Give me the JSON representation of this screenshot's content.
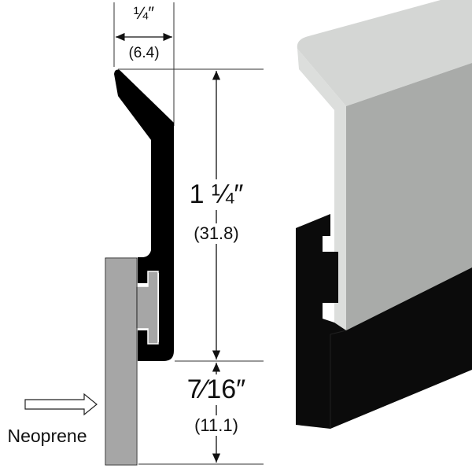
{
  "dimensions": {
    "top_width": {
      "imperial": "¼″",
      "metric": "(6.4)"
    },
    "profile_height": {
      "imperial": "1 ¼″",
      "metric": "(31.8)"
    },
    "insert_extension": {
      "imperial": "7⁄16″",
      "metric": "(11.1)"
    }
  },
  "callout": {
    "label": "Neoprene"
  },
  "colors": {
    "aluminum_profile": "#000000",
    "neoprene": "#a6a6a6",
    "render_face": "#a9aba9",
    "render_lip": "#d4d6d4"
  }
}
